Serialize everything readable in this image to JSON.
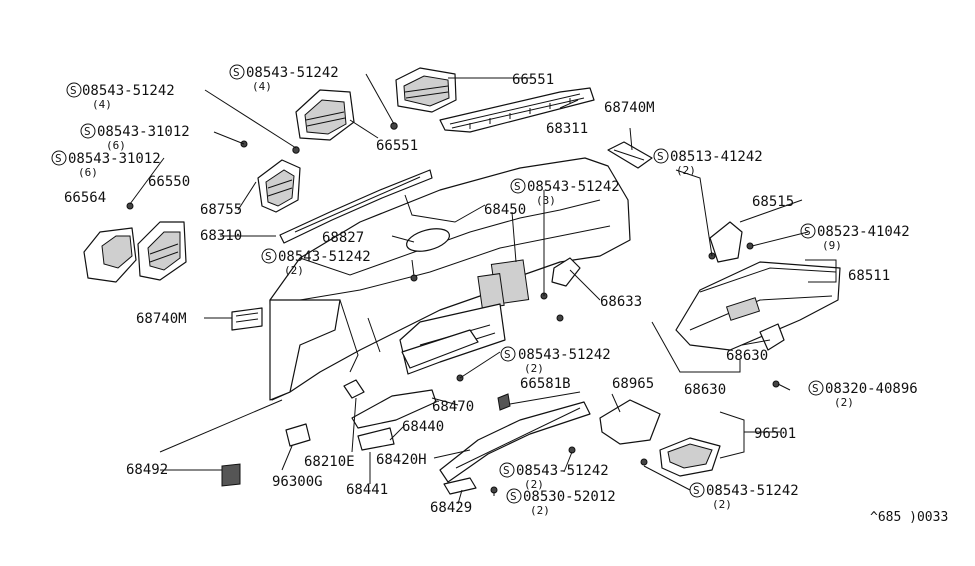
{
  "diagram": {
    "ref_code": "^685 )0033",
    "labels": [
      {
        "id": "l01",
        "text": "08543-51242",
        "qty": "(4)",
        "circled": true
      },
      {
        "id": "l02",
        "text": "08543-51242",
        "qty": "(4)",
        "circled": true
      },
      {
        "id": "l03",
        "text": "66551",
        "qty": "",
        "circled": false
      },
      {
        "id": "l04",
        "text": "08543-31012",
        "qty": "(6)",
        "circled": true
      },
      {
        "id": "l05",
        "text": "08543-31012",
        "qty": "(6)",
        "circled": true
      },
      {
        "id": "l06",
        "text": "66551",
        "qty": "",
        "circled": false
      },
      {
        "id": "l07",
        "text": "68311",
        "qty": "",
        "circled": false
      },
      {
        "id": "l08",
        "text": "68740M",
        "qty": "",
        "circled": false
      },
      {
        "id": "l09",
        "text": "08513-41242",
        "qty": "(2)",
        "circled": true
      },
      {
        "id": "l10",
        "text": "66564",
        "qty": "",
        "circled": false
      },
      {
        "id": "l11",
        "text": "66550",
        "qty": "",
        "circled": false
      },
      {
        "id": "l12",
        "text": "68755",
        "qty": "",
        "circled": false
      },
      {
        "id": "l13",
        "text": "08543-51242",
        "qty": "(3)",
        "circled": true
      },
      {
        "id": "l14",
        "text": "68450",
        "qty": "",
        "circled": false
      },
      {
        "id": "l15",
        "text": "68515",
        "qty": "",
        "circled": false
      },
      {
        "id": "l16",
        "text": "08523-41042",
        "qty": "(9)",
        "circled": true
      },
      {
        "id": "l17",
        "text": "68310",
        "qty": "",
        "circled": false
      },
      {
        "id": "l18",
        "text": "68827",
        "qty": "",
        "circled": false
      },
      {
        "id": "l19",
        "text": "08543-51242",
        "qty": "(2)",
        "circled": true
      },
      {
        "id": "l20",
        "text": "68511",
        "qty": "",
        "circled": false
      },
      {
        "id": "l21",
        "text": "68633",
        "qty": "",
        "circled": false
      },
      {
        "id": "l22",
        "text": "68740M",
        "qty": "",
        "circled": false
      },
      {
        "id": "l23",
        "text": "08543-51242",
        "qty": "(2)",
        "circled": true
      },
      {
        "id": "l24",
        "text": "68630",
        "qty": "",
        "circled": false
      },
      {
        "id": "l25",
        "text": "68630",
        "qty": "",
        "circled": false
      },
      {
        "id": "l26",
        "text": "66581B",
        "qty": "",
        "circled": false
      },
      {
        "id": "l27",
        "text": "68965",
        "qty": "",
        "circled": false
      },
      {
        "id": "l28",
        "text": "08320-40896",
        "qty": "(2)",
        "circled": true
      },
      {
        "id": "l29",
        "text": "68470",
        "qty": "",
        "circled": false
      },
      {
        "id": "l30",
        "text": "68440",
        "qty": "",
        "circled": false
      },
      {
        "id": "l31",
        "text": "96501",
        "qty": "",
        "circled": false
      },
      {
        "id": "l32",
        "text": "68210E",
        "qty": "",
        "circled": false
      },
      {
        "id": "l33",
        "text": "68420H",
        "qty": "",
        "circled": false
      },
      {
        "id": "l34",
        "text": "08543-51242",
        "qty": "(2)",
        "circled": true
      },
      {
        "id": "l35",
        "text": "68492",
        "qty": "",
        "circled": false
      },
      {
        "id": "l36",
        "text": "96300G",
        "qty": "",
        "circled": false
      },
      {
        "id": "l37",
        "text": "68441",
        "qty": "",
        "circled": false
      },
      {
        "id": "l38",
        "text": "08530-52012",
        "qty": "(2)",
        "circled": true
      },
      {
        "id": "l39",
        "text": "08543-51242",
        "qty": "(2)",
        "circled": true
      },
      {
        "id": "l40",
        "text": "68429",
        "qty": "",
        "circled": false
      }
    ]
  }
}
